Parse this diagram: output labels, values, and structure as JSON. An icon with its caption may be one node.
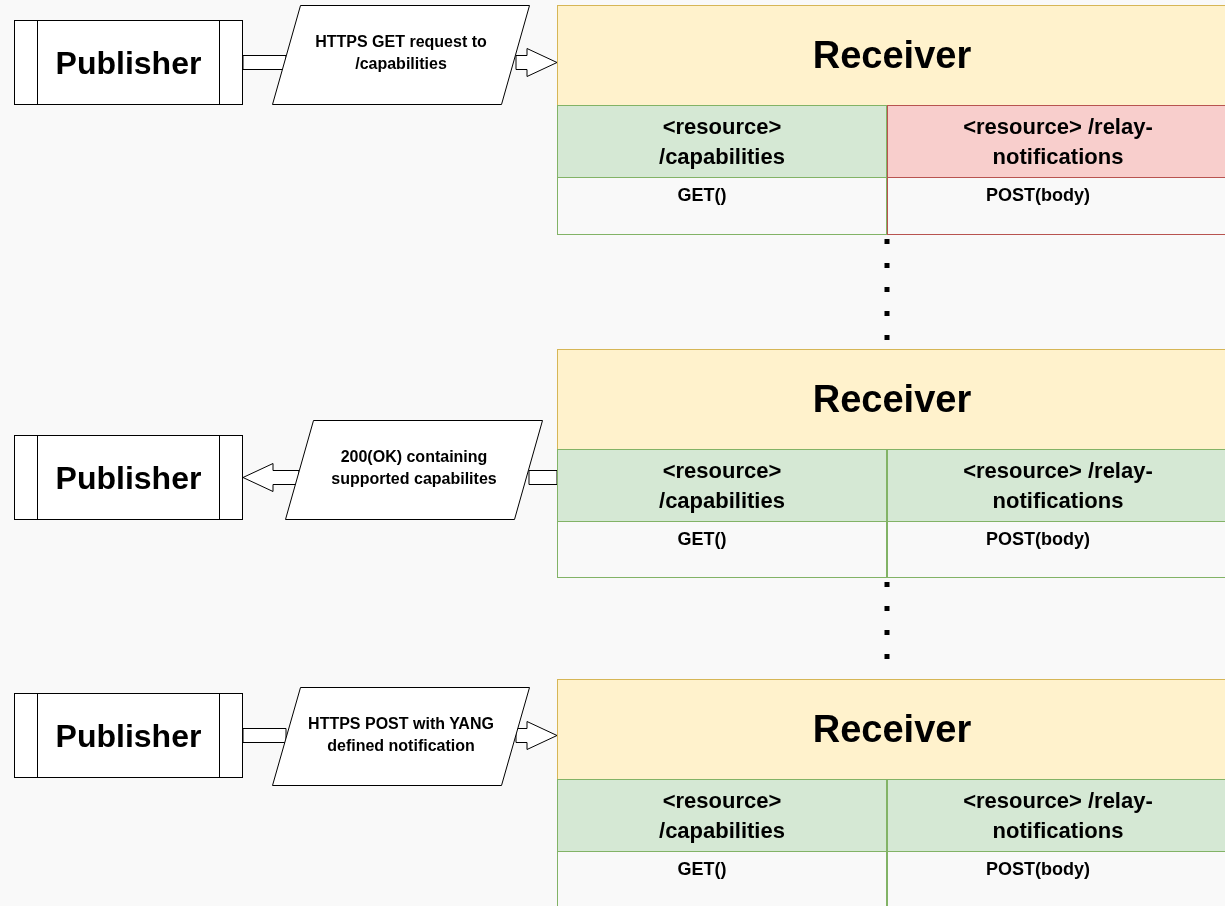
{
  "diagram": {
    "nodes": [
      {
        "text": [
          "Publisher"
        ]
      },
      {
        "text": [
          "HTTPS GET request to /capabilities"
        ]
      },
      {
        "text": [
          "Receiver"
        ]
      },
      {
        "text": [
          "<resource> /capabilities",
          "GET()"
        ],
        "in": 2
      },
      {
        "text": [
          "<resource> /relay-notifications",
          "POST(body)"
        ],
        "in": 2
      },
      {
        "text": [
          "Receiver"
        ]
      },
      {
        "text": [
          "<resource> /capabilities",
          "GET()"
        ],
        "in": 5
      },
      {
        "text": [
          "<resource> /relay-notifications",
          "POST(body)"
        ],
        "in": 5
      },
      {
        "text": [
          "Publisher"
        ]
      },
      {
        "text": [
          "200(OK) containing supported capabilites"
        ]
      },
      {
        "text": [
          "Publisher"
        ]
      },
      {
        "text": [
          "HTTPS POST with YANG defined notification"
        ]
      },
      {
        "text": [
          "Receiver"
        ]
      },
      {
        "text": [
          "<resource> /capabilities",
          "GET()"
        ],
        "in": 12
      },
      {
        "text": [
          "<resource> /relay-notifications",
          "POST(body)"
        ],
        "in": 12
      }
    ],
    "edges": [
      {
        "from": 0,
        "to": 1,
        "arrow": "none",
        "style": "thick"
      },
      {
        "from": 1,
        "to": 2,
        "arrow": "to",
        "style": "thick"
      },
      {
        "from": 5,
        "to": 9,
        "arrow": "none",
        "style": "thick"
      },
      {
        "from": 9,
        "to": 8,
        "arrow": "to",
        "style": "thick"
      },
      {
        "from": 2,
        "to": 5,
        "arrow": "none",
        "style": "dashed"
      },
      {
        "from": 5,
        "to": 12,
        "arrow": "none",
        "style": "dashed"
      },
      {
        "from": 10,
        "to": 11,
        "arrow": "none",
        "style": "thick"
      },
      {
        "from": 11,
        "to": 12,
        "arrow": "to",
        "style": "thick"
      }
    ]
  }
}
